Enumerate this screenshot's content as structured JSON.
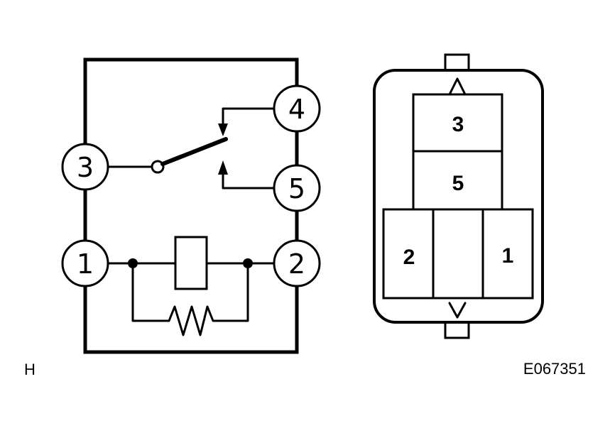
{
  "relay": {
    "pins": [
      {
        "id": "pin-1",
        "label": "1"
      },
      {
        "id": "pin-2",
        "label": "2"
      },
      {
        "id": "pin-3",
        "label": "3"
      },
      {
        "id": "pin-4",
        "label": "4"
      },
      {
        "id": "pin-5",
        "label": "5"
      }
    ]
  },
  "connector": {
    "terminals": [
      {
        "id": "terminal-3",
        "label": "3"
      },
      {
        "id": "terminal-5",
        "label": "5"
      },
      {
        "id": "terminal-2",
        "label": "2"
      },
      {
        "id": "terminal-1",
        "label": "1"
      }
    ]
  },
  "corner_left": "H",
  "corner_right": "E067351"
}
